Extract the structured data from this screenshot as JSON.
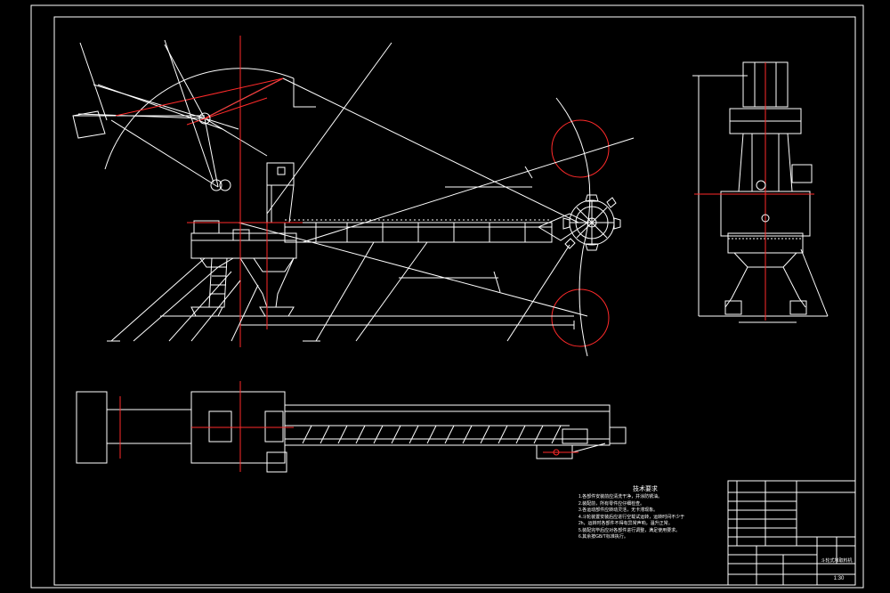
{
  "sheet": {
    "background": "#000000",
    "line_color": "#ffffff",
    "center_line_color": "#ff2a2a",
    "scale_text": "1:30"
  },
  "technical_notes": {
    "heading": "技术要求",
    "lines": [
      "1.各部件安装前应清洗干净，并涂防锈油。",
      "2.装配前，所有零件应仔细检查。",
      "3.各运动部件应转动灵活，无卡滞现象。",
      "4.斗轮装置安装后应进行空载试运转，运转时间不少于",
      "2h，运转时各部件不得有异常声响，温升正常。",
      "5.装配完毕后应对各部件进行调整，满足使用要求。",
      "6.其余按GB/T标准执行。"
    ]
  },
  "title_block": {
    "drawing_title": "斗轮式堆取料机",
    "scale_value": "1:30"
  }
}
